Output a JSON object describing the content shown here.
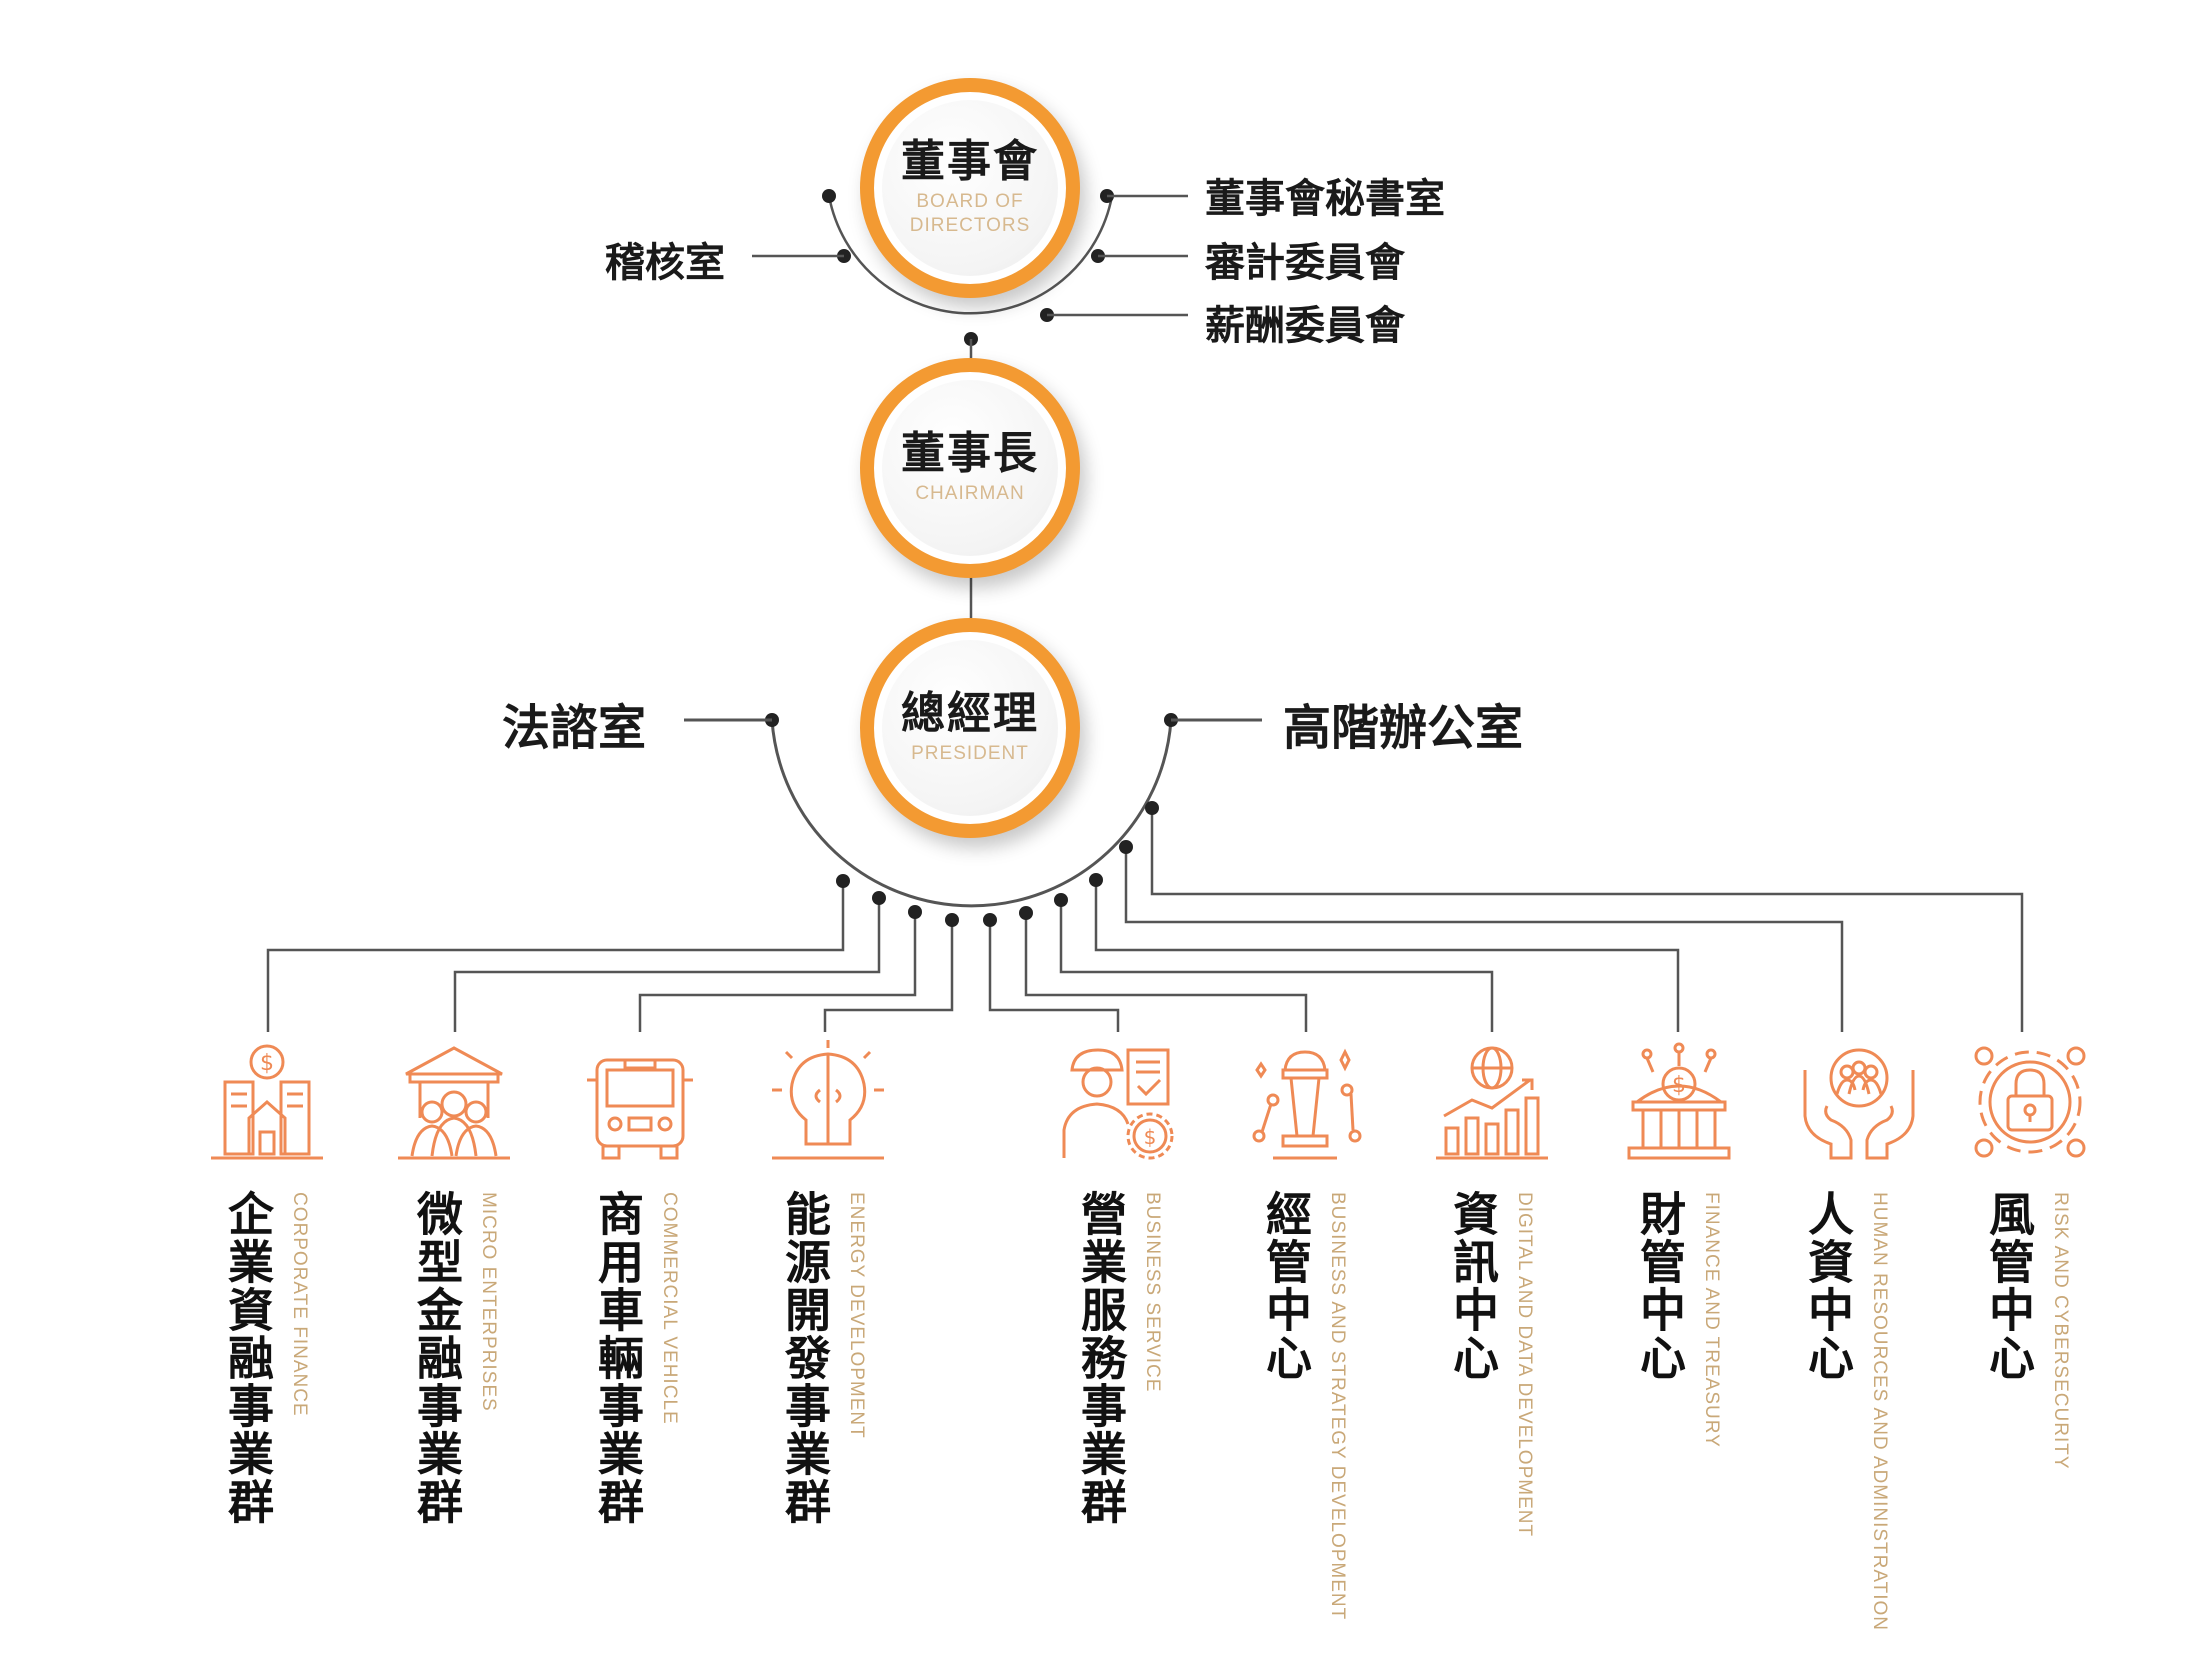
{
  "board": {
    "zh": "董事會",
    "en": "BOARD OF DIRECTORS"
  },
  "chairman": {
    "zh": "董事長",
    "en": "CHAIRMAN"
  },
  "president": {
    "zh": "總經理",
    "en": "PRESIDENT"
  },
  "board_units": {
    "left": [
      "稽核室"
    ],
    "right": [
      "董事會秘書室",
      "審計委員會",
      "薪酬委員會"
    ]
  },
  "president_units": {
    "left": "法諮室",
    "right": "高階辦公室"
  },
  "colors": {
    "accent": "#f39a32",
    "icon": "#ef8a55",
    "en_text": "#c9a878",
    "line": "#555555"
  },
  "divisions": [
    {
      "zh": "企業資融事業群",
      "en": "CORPORATE FINANCE",
      "icon": "building-dollar-icon"
    },
    {
      "zh": "微型金融事業群",
      "en": "MICRO ENTERPRISES",
      "icon": "bank-people-icon"
    },
    {
      "zh": "商用車輛事業群",
      "en": "COMMERCIAL VEHICLE",
      "icon": "bus-icon"
    },
    {
      "zh": "能源開發事業群",
      "en": "ENERGY DEVELOPMENT",
      "icon": "lightbulb-icon"
    },
    {
      "zh": "營業服務事業群",
      "en": "BUSINESS SERVICE",
      "icon": "worker-document-icon"
    },
    {
      "zh": "經管中心",
      "en": "BUSINESS AND STRATEGY DEVELOPMENT",
      "icon": "chess-strategy-icon"
    },
    {
      "zh": "資訊中心",
      "en": "DIGITAL AND DATA DEVELOPMENT",
      "icon": "globe-chart-icon"
    },
    {
      "zh": "財管中心",
      "en": "FINANCE AND TREASURY",
      "icon": "treasury-icon"
    },
    {
      "zh": "人資中心",
      "en": "HUMAN RESOURCES AND ADMINISTRATION",
      "icon": "hands-people-icon"
    },
    {
      "zh": "風管中心",
      "en": "RISK AND CYBERSECURITY",
      "icon": "security-lock-icon"
    }
  ]
}
